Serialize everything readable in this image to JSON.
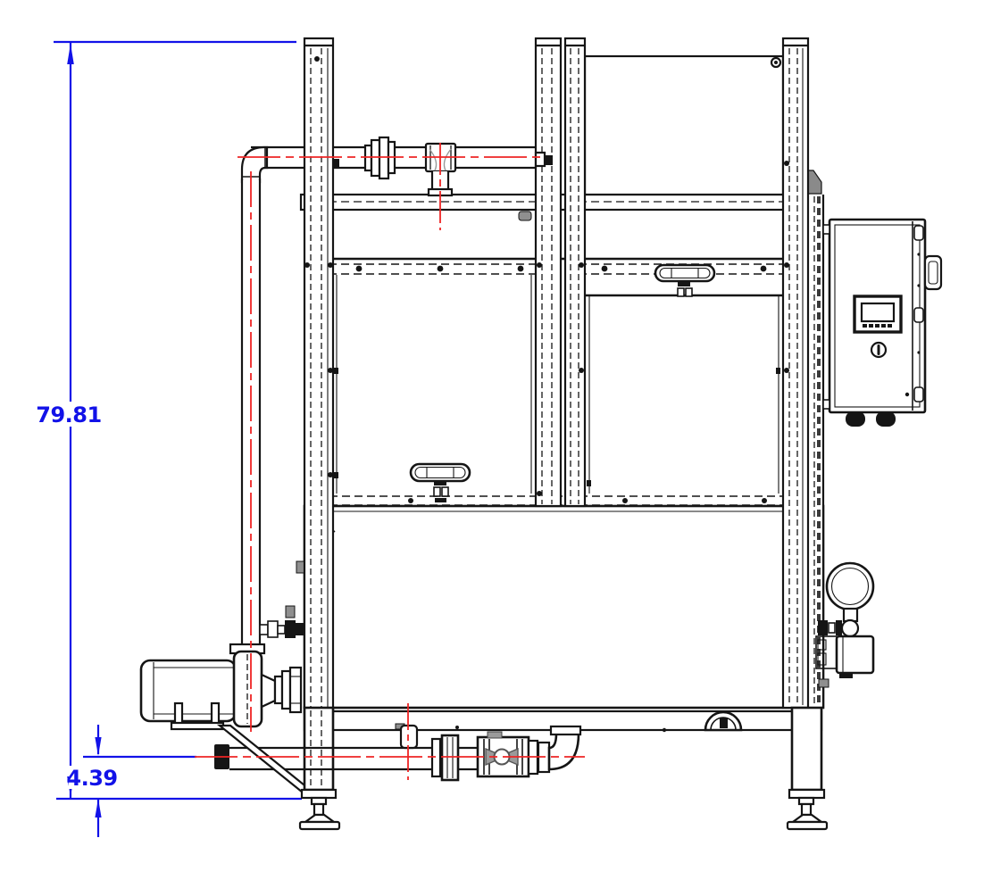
{
  "drawing": {
    "dimensions": {
      "overall_height": "79.81",
      "outlet_centerline_height": "4.39"
    },
    "colors": {
      "dimension_blue": "#1212e8",
      "centerline_red": "#ee2525",
      "line_black": "#151515",
      "fitting_gray": "#8f8f8f",
      "background": "#ffffff"
    },
    "components": [
      "frame-post",
      "top-panel",
      "access-panel",
      "door-handle",
      "lower-tank",
      "supply-pipe",
      "riser-pipe",
      "pipe-elbow",
      "pipe-union",
      "pipe-tee",
      "pump-motor",
      "drain-pipe",
      "pipe-flange",
      "ball-valve",
      "pressure-gauge",
      "dosing-pump",
      "control-panel-enclosure",
      "hmi-display",
      "selector-knob",
      "door-latch",
      "cable-gland",
      "leveling-foot",
      "diagonal-brace",
      "pipe-clamp-arc"
    ]
  }
}
